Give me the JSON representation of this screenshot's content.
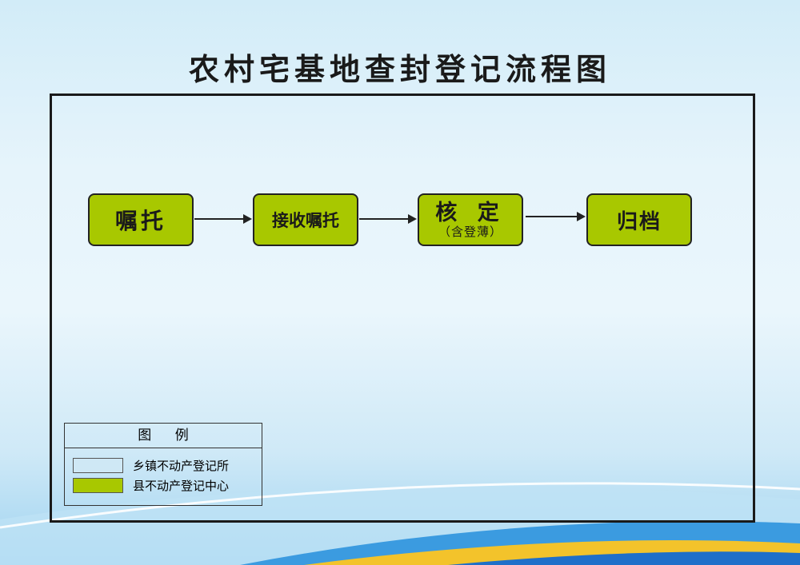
{
  "title": "农村宅基地查封登记流程图",
  "nodes": [
    {
      "label": "嘱托"
    },
    {
      "label": "接收嘱托"
    },
    {
      "label": "核 定",
      "sublabel": "（含登薄）"
    },
    {
      "label": "归档"
    }
  ],
  "legend": {
    "title": "图 例",
    "items": [
      {
        "label": "乡镇不动产登记所",
        "color": "#cfe8f5"
      },
      {
        "label": "县不动产登记中心",
        "color": "#a8c800"
      }
    ]
  }
}
